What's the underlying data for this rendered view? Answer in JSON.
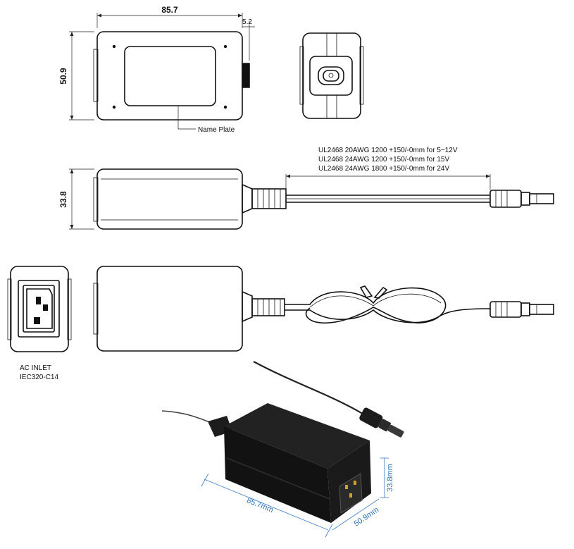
{
  "dimensions": {
    "width": "85.7",
    "strain_relief": "5.2",
    "depth": "50.9",
    "height": "33.8"
  },
  "labels": {
    "name_plate": "Name Plate",
    "ac_inlet_line1": "AC INLET",
    "ac_inlet_line2": "IEC320-C14"
  },
  "cable_spec": [
    "UL2468  20AWG 1200 +150/-0mm for 5~12V",
    "UL2468  24AWG 1200 +150/-0mm for 15V",
    "UL2468  24AWG 1800 +150/-0mm for 24V"
  ],
  "photo_dimensions": {
    "length": "85.7mm",
    "depth": "50.9mm",
    "height": "33.8mm"
  },
  "colors": {
    "line": "#111111",
    "photo_dim_blue": "#2a6fb5",
    "body_black": "#1c1c1c"
  }
}
